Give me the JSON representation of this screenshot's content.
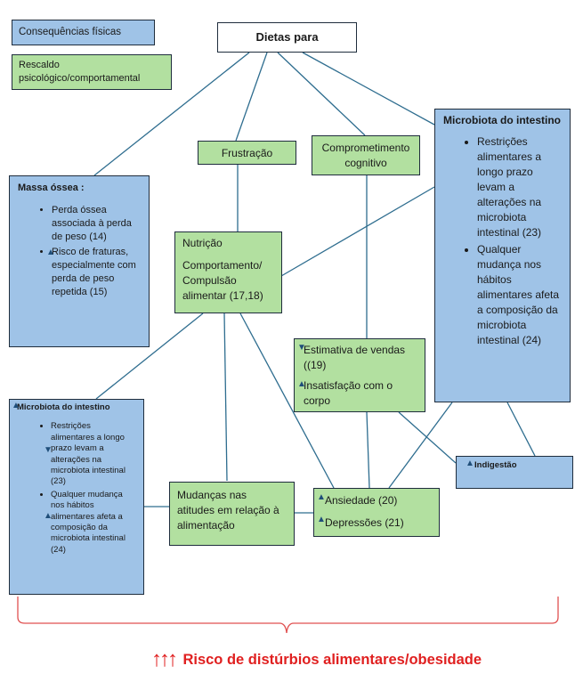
{
  "legend": {
    "physical": "Consequências físicas",
    "psych": "Rescaldo psicológico/comportamental"
  },
  "title": "Dietas para",
  "frustracao": "Frustração",
  "comprometimento": "Comprometimento cognitivo",
  "microbiota_right": {
    "heading": "Microbiota do intestino",
    "items": [
      "Restrições alimentares a longo prazo levam a alterações na microbiota intestinal (23)",
      "Qualquer mudança nos hábitos alimentares afeta a composição da microbiota intestinal (24)"
    ]
  },
  "massa_ossea": {
    "heading": "Massa óssea :",
    "items": [
      "Perda óssea associada à perda de peso (14)",
      "Risco de fraturas, especialmente com perda de peso repetida (15)"
    ]
  },
  "nutricao": {
    "line1": "Nutrição",
    "line2": "Comportamento/ Compulsão alimentar (17,18)"
  },
  "estimativa": {
    "line1": "Estimativa de vendas ((19)",
    "line2": "Insatisfação com o corpo"
  },
  "microbiota_left": {
    "heading": "Microbiota do intestino",
    "items": [
      "Restrições alimentares a longo prazo levam a alterações na microbiota intestinal (23)",
      "Qualquer mudança nos hábitos alimentares afeta a composição da microbiota intestinal (24)"
    ]
  },
  "indigestao": "Indigestão",
  "mudancas": "Mudanças nas atitudes em relação à alimentação",
  "ansiedade": {
    "line1": "Ansiedade (20)",
    "line2": "Depressões (21)"
  },
  "footer": {
    "arrows": "↑↑↑",
    "text": "Risco de distúrbios alimentares/obesidade"
  },
  "colors": {
    "blue": "#9fc3e7",
    "green": "#b2e0a0",
    "line": "#2e6d8f",
    "risk": "#e02020"
  }
}
